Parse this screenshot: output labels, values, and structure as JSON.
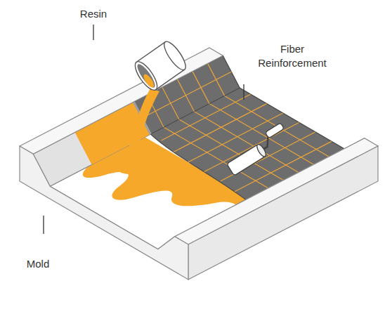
{
  "diagram": {
    "labels": [
      "Resin",
      "Fiber Reinforcement",
      "Mold"
    ]
  }
}
